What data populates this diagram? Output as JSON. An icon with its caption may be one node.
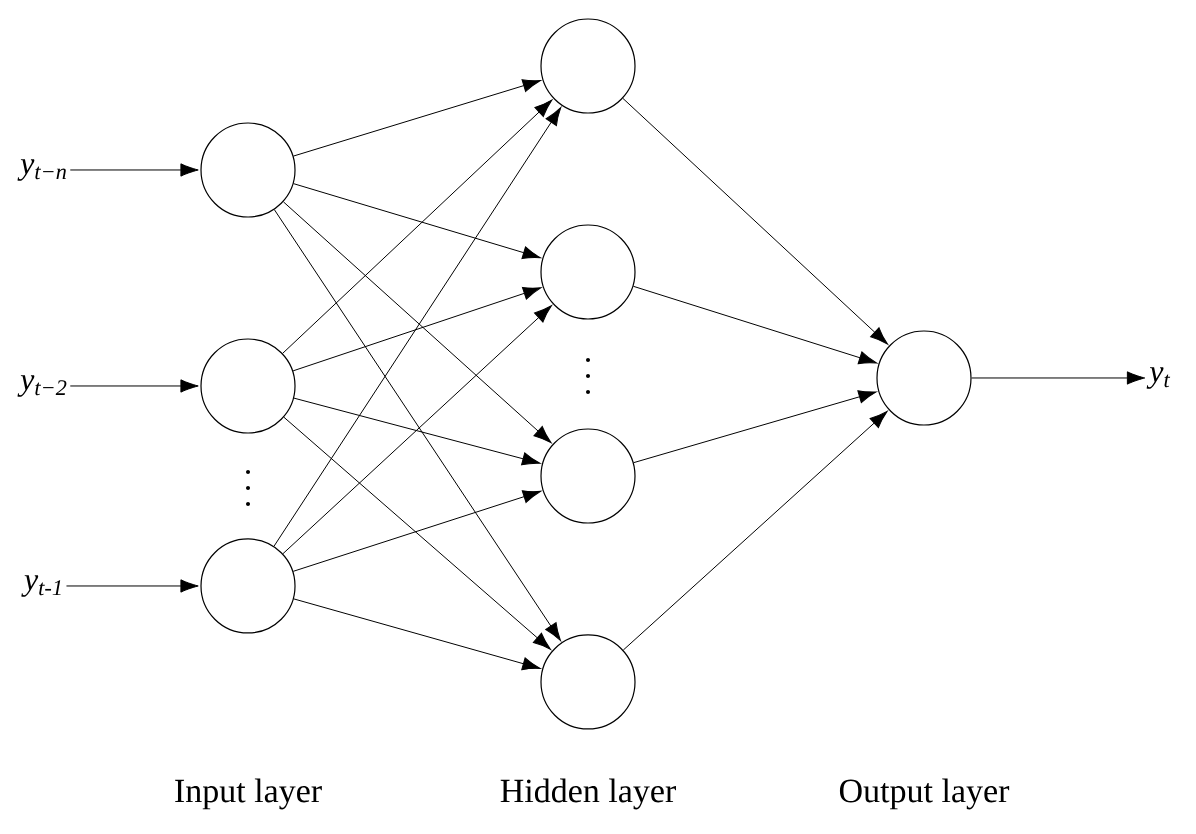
{
  "diagram": {
    "nodes": [
      {
        "text": [
          "y$_{t−n}$"
        ]
      },
      {
        "text": [
          "y$_{t−2}$"
        ]
      },
      {
        "text": [
          "y$_{t-1}$"
        ]
      },
      {
        "text": [],
        "shape": "circle"
      },
      {
        "text": [],
        "shape": "circle"
      },
      {
        "text": [],
        "shape": "circle"
      },
      {
        "text": [],
        "shape": "circle"
      },
      {
        "text": [],
        "shape": "circle"
      },
      {
        "text": [],
        "shape": "circle"
      },
      {
        "text": [],
        "shape": "circle"
      },
      {
        "text": [],
        "shape": "circle"
      },
      {
        "text": [
          "y$_{t}$"
        ]
      }
    ],
    "edges": [
      {
        "from": 0,
        "to": 3,
        "arrow": "to"
      },
      {
        "from": 1,
        "to": 4,
        "arrow": "to"
      },
      {
        "from": 2,
        "to": 5,
        "arrow": "to"
      },
      {
        "from": 3,
        "to": 6,
        "arrow": "to"
      },
      {
        "from": 3,
        "to": 7,
        "arrow": "to"
      },
      {
        "from": 3,
        "to": 8,
        "arrow": "to"
      },
      {
        "from": 3,
        "to": 9,
        "arrow": "to"
      },
      {
        "from": 4,
        "to": 6,
        "arrow": "to"
      },
      {
        "from": 4,
        "to": 7,
        "arrow": "to"
      },
      {
        "from": 4,
        "to": 8,
        "arrow": "to"
      },
      {
        "from": 4,
        "to": 9,
        "arrow": "to"
      },
      {
        "from": 5,
        "to": 6,
        "arrow": "to"
      },
      {
        "from": 5,
        "to": 7,
        "arrow": "to"
      },
      {
        "from": 5,
        "to": 8,
        "arrow": "to"
      },
      {
        "from": 5,
        "to": 9,
        "arrow": "to"
      },
      {
        "from": 6,
        "to": 10,
        "arrow": "to"
      },
      {
        "from": 7,
        "to": 10,
        "arrow": "to"
      },
      {
        "from": 8,
        "to": 10,
        "arrow": "to"
      },
      {
        "from": 9,
        "to": 10,
        "arrow": "to"
      },
      {
        "from": 10,
        "to": 11,
        "arrow": "to"
      }
    ],
    "labels": [
      "Input layer",
      "Hidden layer",
      "Output layer"
    ]
  }
}
